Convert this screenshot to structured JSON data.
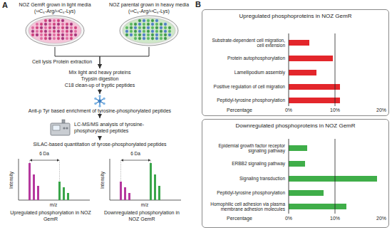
{
  "diagram": {
    "nodes": [
      {
        "text": [
          "NOZ GemR grown in light media",
          "(¹²C₆-Arg/¹²C₆-Lys)"
        ]
      },
      {
        "text": [
          "NOZ parental grown in heavy media",
          "(¹³C₆-Arg/¹³C₆-Lys)"
        ]
      },
      {
        "text": [
          "Mix light and heavy proteins",
          "Trypsin digestion",
          "C18 clean-up of tryptic peptides"
        ]
      },
      {
        "text": [
          "Anti-p Tyr based enrichment of tyrosine-phosphorylated peptides"
        ]
      },
      {
        "text": [
          "LC-MS/MS analysis of tyrosine-phosphorylated peptides"
        ]
      },
      {
        "text": [
          "SILAC-based quantitation of tyrose-phosphorylated peptides"
        ]
      },
      {
        "text": [
          "Intensity",
          "6 Da",
          "m/z",
          "Upregulated phosphorylation in NOZ GemR"
        ]
      },
      {
        "text": [
          "Intensity",
          "6 Da",
          "m/z",
          "Downregulated phosphorylation in NOZ GemR"
        ]
      },
      {
        "text": [
          "Upregulated phosphoproteins in NOZ GemR"
        ]
      },
      {
        "text": [
          "Downregulated phosphoproteins in NOZ GemR"
        ]
      }
    ],
    "edges": [
      {
        "from": 0,
        "to": 2,
        "arrow": "to",
        "label": "Cell lysis Protein extraction"
      },
      {
        "from": 1,
        "to": 2,
        "arrow": "to"
      },
      {
        "from": 2,
        "to": 3,
        "arrow": "to"
      },
      {
        "from": 3,
        "to": 4,
        "arrow": "to"
      },
      {
        "from": 4,
        "to": 5,
        "arrow": "to"
      }
    ],
    "labels": [
      "A",
      "B",
      "Substrate-dependent cell migration, cell extension",
      "Protein autophosphorylation",
      "Lamellipodium assembly",
      "Positive regulation of cell migration",
      "Peptidyl-tyrosine phosphorylation",
      "Percentage",
      "0%",
      "10%",
      "20%",
      "Epidemial growth factor receptor signaling pathway",
      "ERBB2 signaling pathway",
      "Signaling transduction",
      "Peptidyl-tyrosine phosphorylation",
      "Homophilic cell adhesion via plasma membrane adhesion molecules",
      "Percentage",
      "0%",
      "10%",
      "20%"
    ]
  }
}
